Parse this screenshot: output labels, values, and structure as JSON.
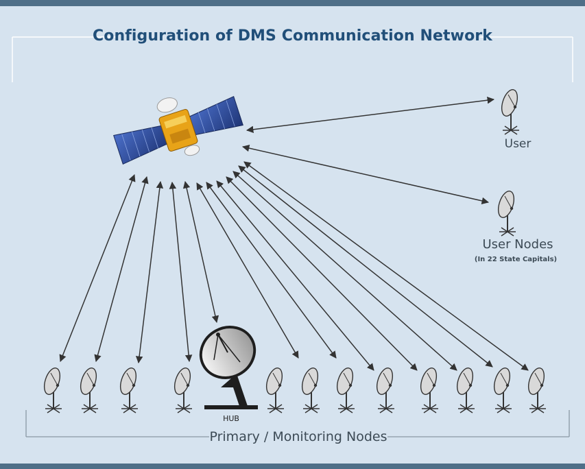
{
  "title": "Configuration of DMS Communication Network",
  "labels": {
    "user": "User",
    "user_nodes": "User Nodes",
    "user_nodes_sub": "(In 22 State Capitals)",
    "hub": "HUB",
    "primary_nodes": "Primary / Monitoring Nodes"
  },
  "colors": {
    "background": "#d6e3ef",
    "bar": "#4f6f88",
    "title": "#214f79",
    "line": "#333333",
    "solar_panel": "#2f4fa3",
    "satellite_body": "#e8a318"
  },
  "icons": {
    "satellite": "satellite-icon",
    "dish": "dish-antenna-icon",
    "hub": "hub-dish-icon"
  }
}
